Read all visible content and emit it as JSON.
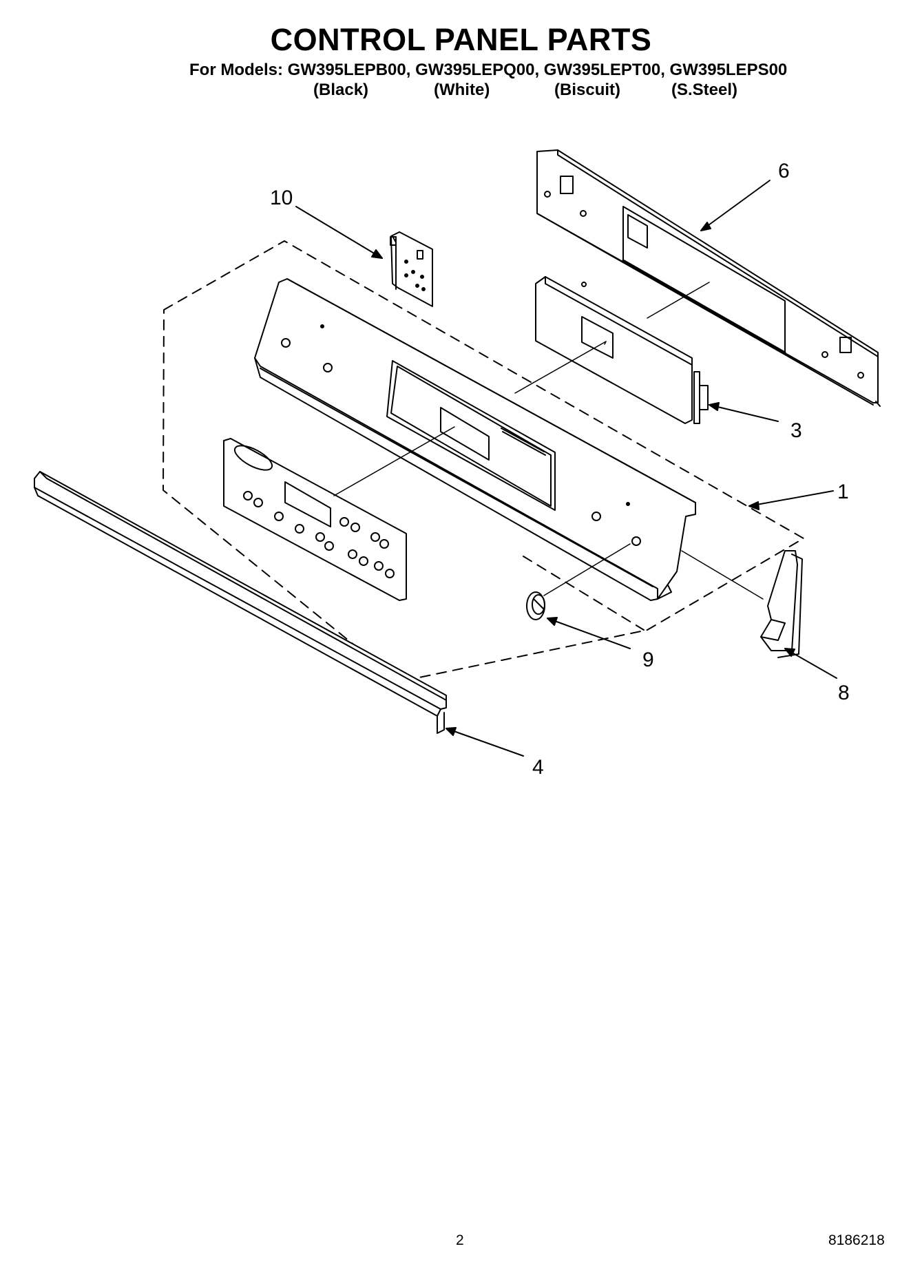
{
  "header": {
    "title": "CONTROL PANEL PARTS",
    "models_line": "For Models: GW395LEPB00, GW395LEPQ00, GW395LEPT00, GW395LEPS00",
    "colors": [
      "(Black)",
      "(White)",
      "(Biscuit)",
      "(S.Steel)"
    ]
  },
  "callouts": {
    "part_1": "1",
    "part_3": "3",
    "part_4": "4",
    "part_6": "6",
    "part_8": "8",
    "part_9": "9",
    "part_10": "10"
  },
  "footer": {
    "page_number": "2",
    "doc_number": "8186218"
  }
}
